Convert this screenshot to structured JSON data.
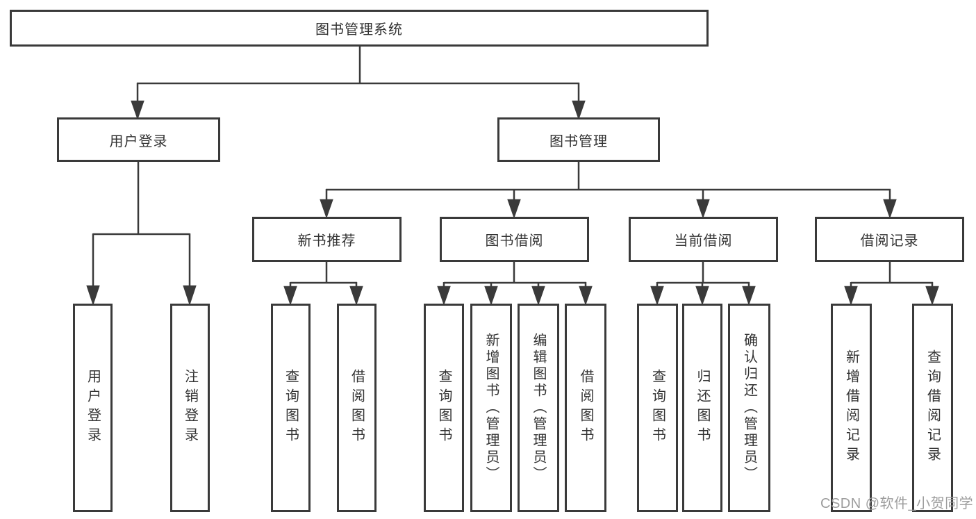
{
  "diagram": {
    "root": {
      "label": "图书管理系统"
    },
    "user_login": {
      "label": "用户登录",
      "children": [
        {
          "label": "用户登录"
        },
        {
          "label": "注销登录"
        }
      ]
    },
    "book_mgmt": {
      "label": "图书管理",
      "groups": [
        {
          "label": "新书推荐",
          "children": [
            {
              "label": "查询图书"
            },
            {
              "label": "借阅图书"
            }
          ]
        },
        {
          "label": "图书借阅",
          "children": [
            {
              "label": "查询图书"
            },
            {
              "label": "新增图书（管理员）"
            },
            {
              "label": "编辑图书（管理员）"
            },
            {
              "label": "借阅图书"
            }
          ]
        },
        {
          "label": "当前借阅",
          "children": [
            {
              "label": "查询图书"
            },
            {
              "label": "归还图书"
            },
            {
              "label": "确认归还（管理员）"
            }
          ]
        },
        {
          "label": "借阅记录",
          "children": [
            {
              "label": "新增借阅记录"
            },
            {
              "label": "查询借阅记录"
            }
          ]
        }
      ]
    }
  },
  "watermark": {
    "text": "CSDN @软件_小贺同学"
  },
  "colors": {
    "line": "#3a3a3a",
    "text": "#333333",
    "watermark": "#9d9d9d",
    "box_bg": "#ffffff"
  }
}
